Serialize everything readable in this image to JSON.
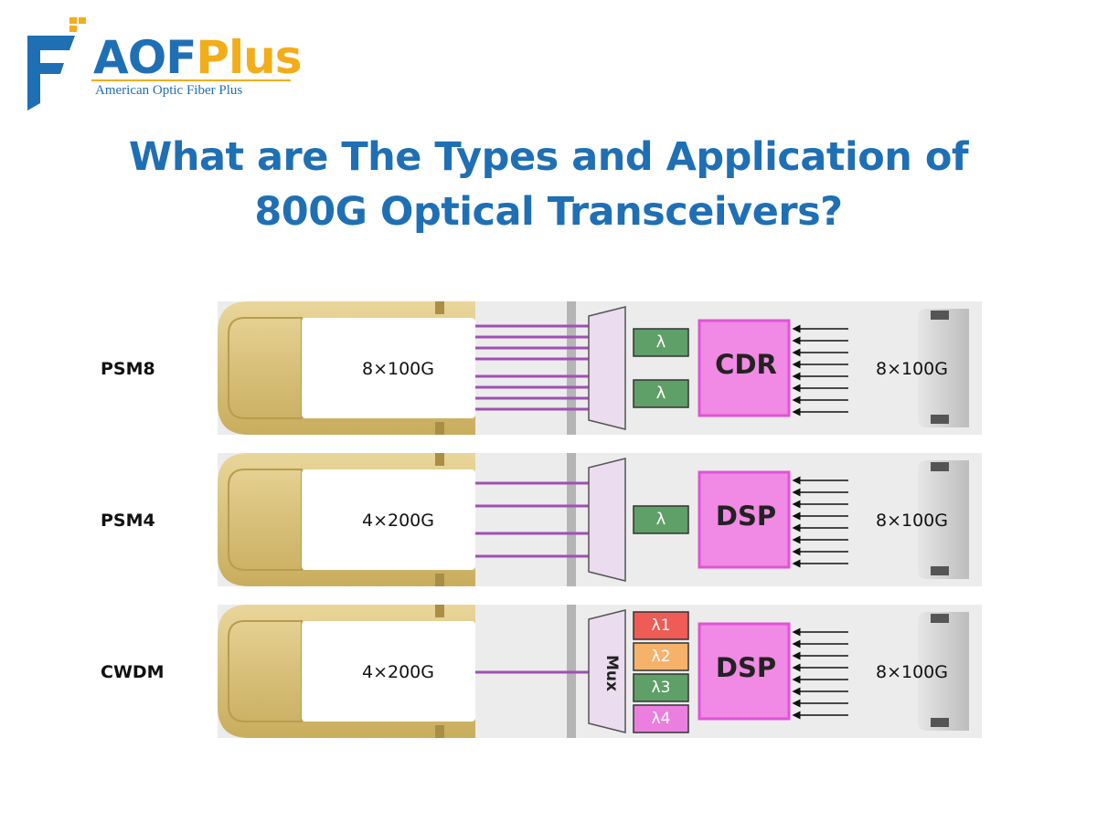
{
  "logo": {
    "brand_part1": "AOF",
    "brand_part2": "Plus",
    "tagline": "American Optic Fiber Plus",
    "colors": {
      "blue": "#1f6fb5",
      "gold": "#f2ad1a"
    }
  },
  "title": {
    "line1": "What are The Types and Application of",
    "line2": "800G Optical Transceivers?"
  },
  "modules": [
    {
      "label": "PSM8",
      "optical_side": "8×100G",
      "electrical_side": "8×100G",
      "chip": "CDR",
      "lambda_blocks": [
        "λ",
        "λ"
      ]
    },
    {
      "label": "PSM4",
      "optical_side": "4×200G",
      "electrical_side": "8×100G",
      "chip": "DSP",
      "lambda_blocks": [
        "λ"
      ]
    },
    {
      "label": "CWDM",
      "optical_side": "4×200G",
      "electrical_side": "8×100G",
      "chip": "DSP",
      "mux_label": "Mux",
      "lambda_blocks": [
        "λ1",
        "λ2",
        "λ3",
        "λ4"
      ]
    }
  ],
  "colors": {
    "fiber": "#a04fb5",
    "chip_fill": "#f08ae4",
    "chip_border": "#e053d6",
    "lambda_green": "#5f9f68",
    "lambda_red": "#ef5b55",
    "lambda_orange": "#f6b26b",
    "lambda_pink": "#eb7fe0",
    "housing_gold": "#d9c27c",
    "mux_fill": "#ecdcef"
  }
}
